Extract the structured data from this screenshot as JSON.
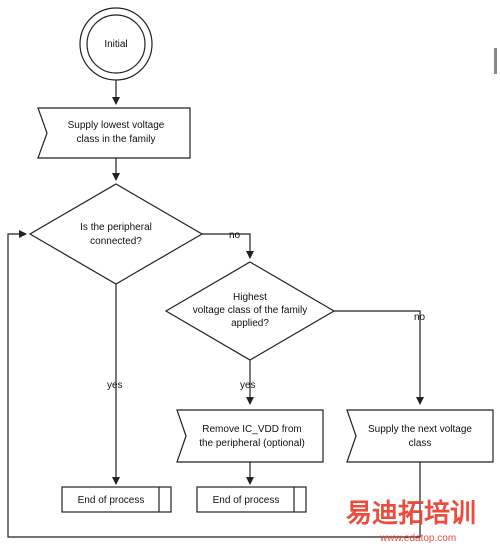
{
  "nodes": {
    "start": {
      "label": "Initial"
    },
    "supply_lowest": {
      "lines": [
        "Supply lowest voltage",
        "class in the family"
      ]
    },
    "decision_connected": {
      "lines": [
        "Is the peripheral",
        "connected?"
      ]
    },
    "decision_highest": {
      "lines": [
        "Highest",
        "voltage class of the family",
        "applied?"
      ]
    },
    "remove_vdd": {
      "lines": [
        "Remove IC_VDD from",
        "the peripheral (optional)"
      ]
    },
    "supply_next": {
      "lines": [
        "Supply the next voltage",
        "class"
      ]
    },
    "end_left": {
      "label": "End of process"
    },
    "end_mid": {
      "label": "End of process"
    }
  },
  "edge_labels": {
    "connected_no": "no",
    "connected_yes": "yes",
    "highest_no": "no",
    "highest_yes": "yes"
  },
  "watermark": {
    "chinese": "易迪拓培训",
    "url": "www.edatop.com"
  },
  "colors": {
    "stroke": "#222222",
    "watermark": "#e83a2a"
  }
}
